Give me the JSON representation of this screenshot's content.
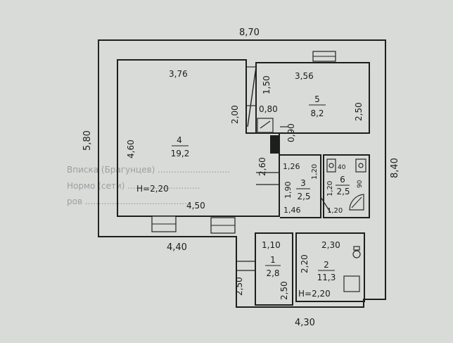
{
  "floor_plan": {
    "overall": {
      "top_width": "8,70",
      "left_height": "5,80",
      "right_height": "8,40",
      "bottom_left": "4,40",
      "bottom_right": "4,30",
      "annex_left": "2,50"
    },
    "rooms": [
      {
        "number": "4",
        "area": "19,2",
        "width": "3,76",
        "bottom_width": "4,50",
        "depth": "4,60",
        "height": "H=2,20",
        "side_a": "2,00",
        "side_b": "2,60"
      },
      {
        "number": "5",
        "area": "8,2",
        "width": "3,56",
        "depth": "2,50",
        "side": "1,50"
      },
      {
        "number": "3",
        "area": "2,5",
        "top": "1,26",
        "bottom": "1,46",
        "side": "1,90",
        "inner": "1,20",
        "stair_a": "0,80",
        "stair_b": "0,90"
      },
      {
        "number": "6",
        "area": "2,5",
        "side": "1,20",
        "bottom": "1,20",
        "fixture_a": "40",
        "fixture_b": "90"
      },
      {
        "number": "1",
        "area": "2,8",
        "width": "1,10",
        "depth": "2,50"
      },
      {
        "number": "2",
        "area": "11,3",
        "width": "2,30",
        "depth": "2,20",
        "height": "H=2,20"
      }
    ]
  }
}
